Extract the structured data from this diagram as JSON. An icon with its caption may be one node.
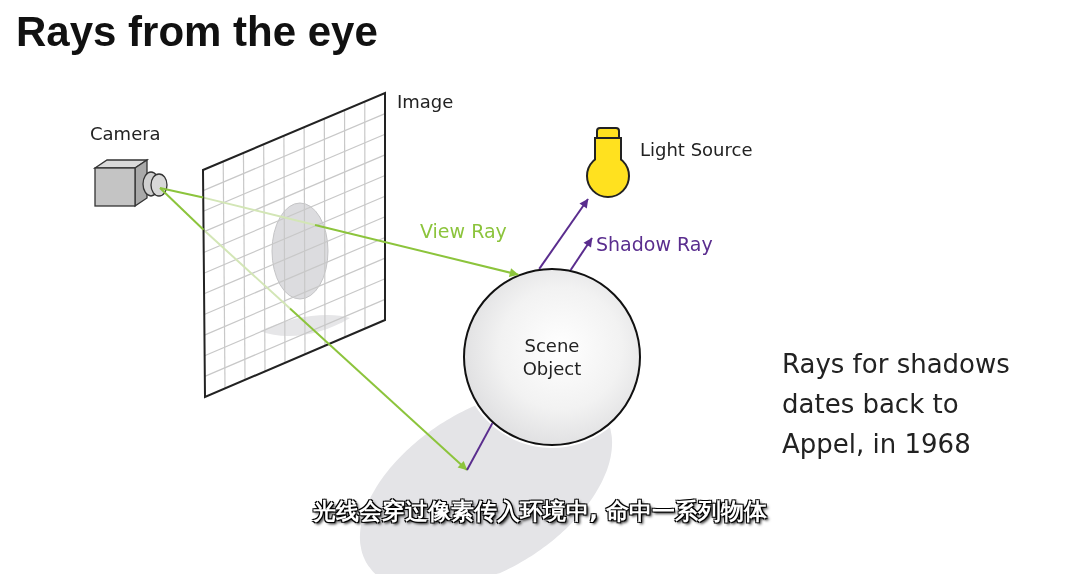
{
  "diagram": {
    "title": "Rays from the eye",
    "nodes": [
      {
        "text": [
          "Camera"
        ]
      },
      {
        "text": [
          "Image"
        ]
      },
      {
        "text": [
          "Scene Object"
        ]
      },
      {
        "text": [
          "Light Source"
        ]
      },
      {
        "text": [],
        "shape": "ellipse"
      }
    ],
    "edges": [
      {
        "from": 0,
        "to": 1,
        "arrow": "none",
        "color": "#8cc43c"
      },
      {
        "from": 1,
        "to": 2,
        "arrow": "to",
        "label": "View Ray",
        "color": "#8cc43c"
      },
      {
        "from": 0,
        "to": 1,
        "arrow": "none",
        "color": "#8cc43c"
      },
      {
        "from": 1,
        "to": 4,
        "arrow": "to",
        "color": "#8cc43c"
      },
      {
        "from": 2,
        "to": 3,
        "arrow": "to",
        "color": "#5a2d8e"
      },
      {
        "from": 2,
        "to": null,
        "arrow": "to",
        "label": "Shadow Ray",
        "color": "#5a2d8e"
      },
      {
        "from": 4,
        "to": 2,
        "arrow": "none",
        "color": "#5a2d8e"
      }
    ],
    "labels": [
      "Rays for shadows dates back to Appel, in 1968",
      "光线会穿过像素传入环境中, 命中一系列物体"
    ]
  }
}
